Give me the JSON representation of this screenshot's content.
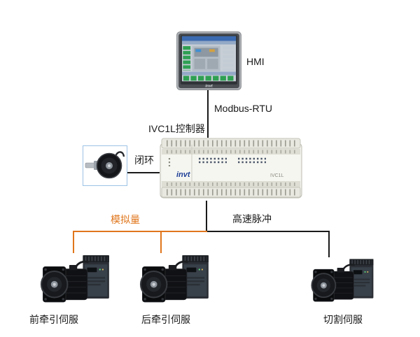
{
  "labels": {
    "hmi": "HMI",
    "modbus": "Modbus-RTU",
    "controller": "IVC1L控制器",
    "closed_loop": "闭环",
    "analog": "模拟量",
    "high_speed_pulse": "高速脉冲",
    "servo_front": "前牵引伺服",
    "servo_rear": "后牵引伺服",
    "servo_cut": "切割伺服"
  },
  "devices": {
    "hmi_brand": "invt",
    "plc_brand": "invt",
    "plc_model": "IVC1L"
  },
  "colors": {
    "connector": "#1a1a1a",
    "analog": "#e0761c",
    "label_text": "#1a1a1a",
    "encoder_box_border": "#9dc3e6"
  }
}
